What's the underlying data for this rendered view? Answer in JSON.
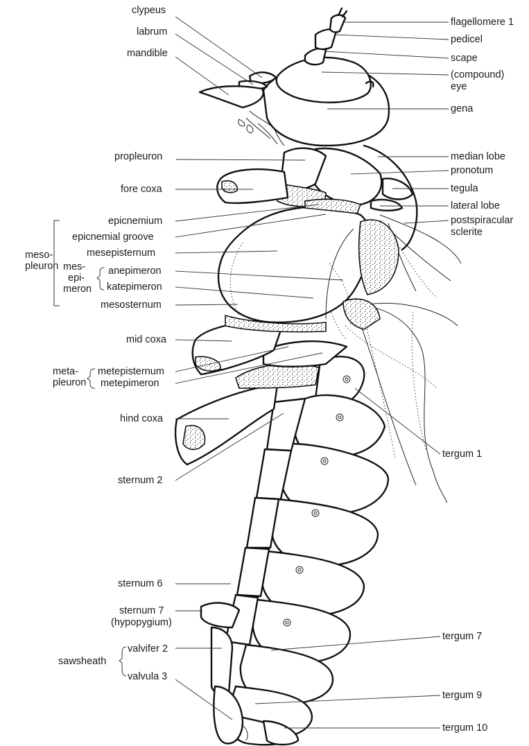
{
  "labels": {
    "clypeus": "clypeus",
    "labrum": "labrum",
    "mandible": "mandible",
    "flagellomere_1": "flagellomere 1",
    "pedicel": "pedicel",
    "scape": "scape",
    "compound_eye_1": "(compound)",
    "compound_eye_2": "eye",
    "gena": "gena",
    "propleuron": "propleuron",
    "median_lobe": "median lobe",
    "pronotum": "pronotum",
    "fore_coxa": "fore coxa",
    "tegula": "tegula",
    "lateral_lobe": "lateral lobe",
    "epicnemium": "epicnemium",
    "postspiracular_1": "postspiracular",
    "postspiracular_2": "sclerite",
    "epicnemial_groove": "epicnemial groove",
    "mesepisternum": "mesepisternum",
    "mesopleuron_1": "meso-",
    "mesopleuron_2": "pleuron",
    "mesepimeron_1": "mes-",
    "mesepimeron_2": "epi-",
    "mesepimeron_3": "meron",
    "anepimeron": "anepimeron",
    "katepimeron": "katepimeron",
    "mesosternum": "mesosternum",
    "mid_coxa": "mid coxa",
    "metapleuron_1": "meta-",
    "metapleuron_2": "pleuron",
    "metepisternum": "metepisternum",
    "metepimeron": "metepimeron",
    "hind_coxa": "hind coxa",
    "tergum_1": "tergum 1",
    "sternum_2": "sternum 2",
    "sternum_6": "sternum 6",
    "sternum_7_1": "sternum 7",
    "sternum_7_2": "(hypopygium)",
    "tergum_7": "tergum 7",
    "sawsheath": "sawsheath",
    "valvifer_2": "valvifer 2",
    "valvula_3": "valvula 3",
    "tergum_9": "tergum 9",
    "tergum_10": "tergum 10"
  },
  "colors": {
    "ink": "#111111",
    "background": "#ffffff"
  }
}
